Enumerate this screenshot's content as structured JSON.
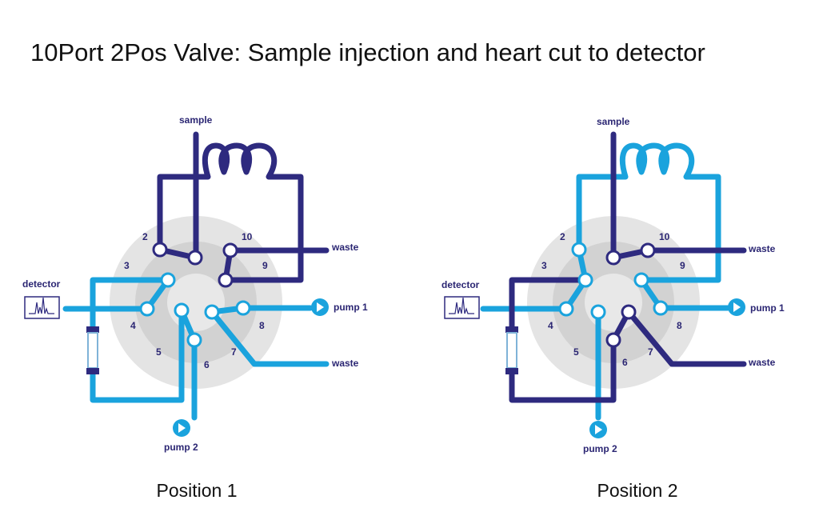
{
  "title": "10Port 2Pos Valve: Sample injection and heart cut to detector",
  "colors": {
    "dark": "#2e2a7f",
    "light": "#1aa3dd",
    "disk_outer": "#e4e4e4",
    "disk_inner": "#d2d2d2",
    "detector_border": "#2e2a7f"
  },
  "icons": [
    "peaks-icon",
    "play-icon",
    "column-icon",
    "coil-icon"
  ],
  "panels": [
    {
      "caption": "Position 1",
      "labels": {
        "sample": "sample",
        "detector": "detector",
        "waste_top": "waste",
        "waste_bottom": "waste",
        "pump1": "pump 1",
        "pump2": "pump 2"
      },
      "ports": [
        "2",
        "10",
        "3",
        "9",
        "4",
        "8",
        "5",
        "7",
        "6"
      ]
    },
    {
      "caption": "Position 2",
      "labels": {
        "sample": "sample",
        "detector": "detector",
        "waste_top": "waste",
        "waste_bottom": "waste",
        "pump1": "pump 1",
        "pump2": "pump 2"
      },
      "ports": [
        "2",
        "10",
        "3",
        "9",
        "4",
        "8",
        "5",
        "7",
        "6"
      ]
    }
  ]
}
